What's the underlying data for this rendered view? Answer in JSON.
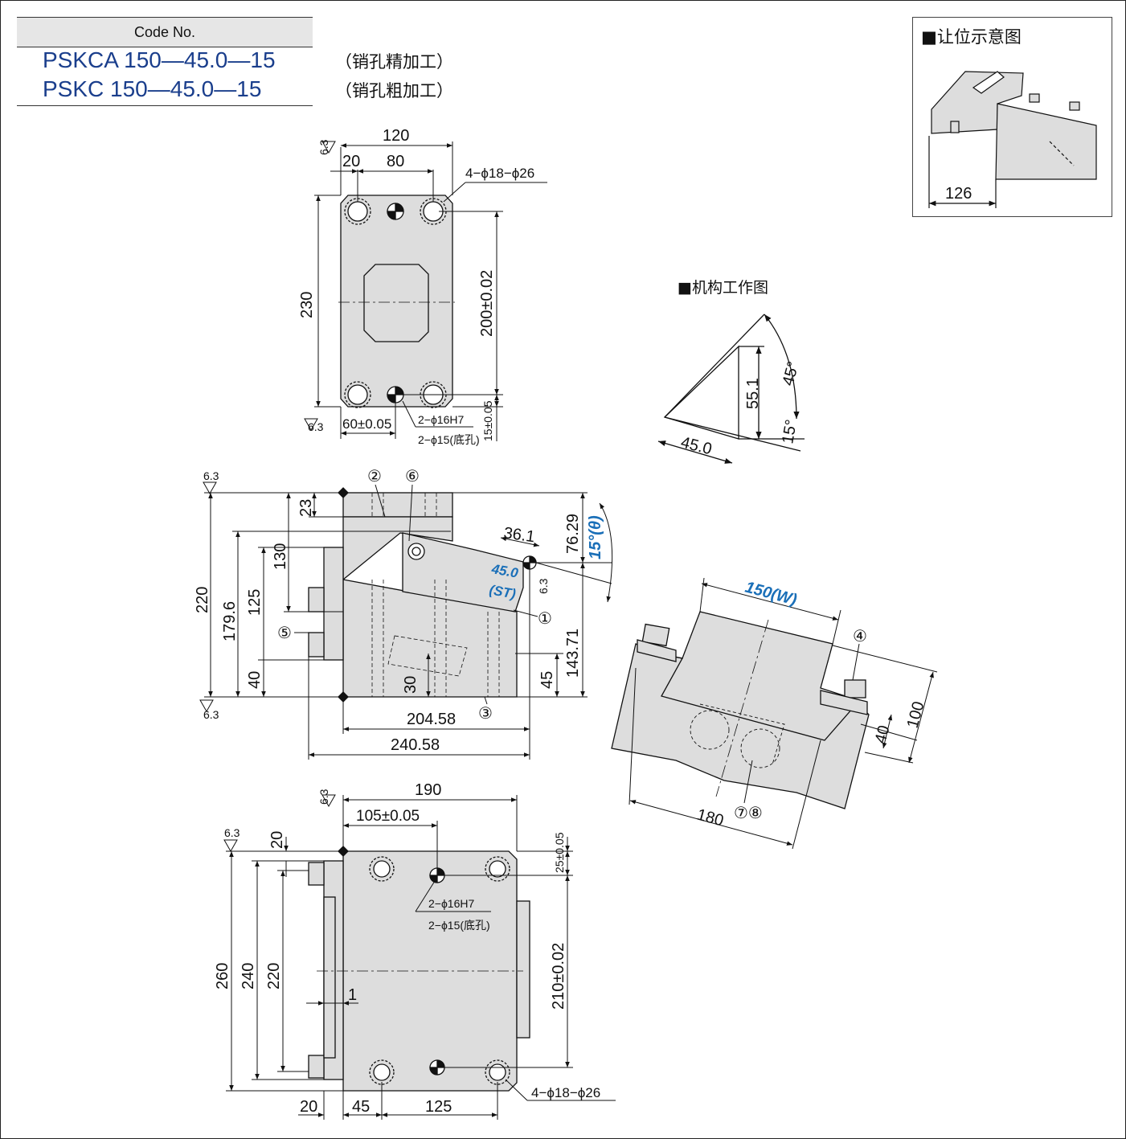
{
  "code_table": {
    "header": "Code No.",
    "rows": [
      {
        "model": "PSKCA 150—45.0—15",
        "note": "（销孔精加工）"
      },
      {
        "model": "PSKC 150—45.0—15",
        "note": "（销孔粗加工）"
      }
    ]
  },
  "legend": {
    "title": "■让位示意图",
    "dim": "126"
  },
  "mechanism": {
    "title": "■机构工作图",
    "dims": [
      "55.1",
      "45°",
      "15°",
      "45.0"
    ]
  },
  "top_view": {
    "dims": [
      "120",
      "20",
      "80",
      "4−ϕ18−ϕ26",
      "230",
      "200±0.02",
      "60±0.05",
      "2−ϕ16H7",
      "2−ϕ15(底孔)",
      "15±0.05"
    ],
    "roughness": "6.3"
  },
  "side_view": {
    "dims": [
      "220",
      "179.6",
      "125",
      "130",
      "40",
      "23",
      "36.1",
      "76.29",
      "15°(θ)",
      "45.0",
      "(ST)",
      "143.71",
      "45",
      "30",
      "204.58",
      "240.58"
    ],
    "callouts": [
      "①",
      "②",
      "③",
      "⑤",
      "⑥"
    ],
    "roughness": "6.3"
  },
  "iso_view": {
    "dims": [
      "150(W)",
      "100",
      "40",
      "180"
    ],
    "callouts": [
      "④",
      "⑦⑧"
    ]
  },
  "bottom_view": {
    "dims": [
      "190",
      "105±0.05",
      "20",
      "25±0.05",
      "2−ϕ16H7",
      "2−ϕ15(底孔)",
      "260",
      "240",
      "220",
      "1",
      "210±0.02",
      "4−ϕ18−ϕ26",
      "20",
      "45",
      "125"
    ],
    "roughness": "6.3"
  }
}
